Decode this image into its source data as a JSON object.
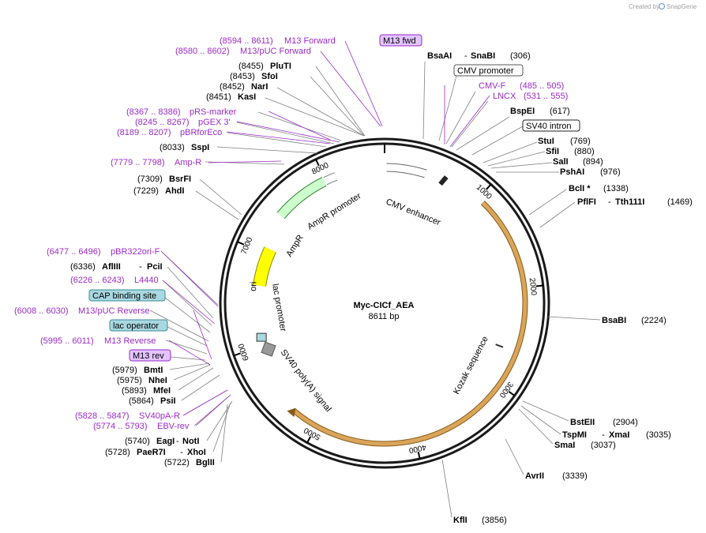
{
  "credit": {
    "created_by": "Created by",
    "brand": "SnapGene"
  },
  "plasmid": {
    "name": "Myc-CICf_AEA",
    "length_label": "8611 bp",
    "length": 8611
  },
  "ruler_ticks": [
    "1000",
    "2000",
    "3000",
    "4000",
    "5000",
    "6000",
    "7000",
    "8000"
  ],
  "sites": [
    {
      "id": "bsaai",
      "names": [
        "BsaAI",
        "SnaBI"
      ],
      "pos": "(306)"
    },
    {
      "id": "bspei",
      "names": [
        "BspEI"
      ],
      "pos": "(617)"
    },
    {
      "id": "stui",
      "names": [
        "StuI"
      ],
      "pos": "(769)"
    },
    {
      "id": "sfii",
      "names": [
        "SfiI"
      ],
      "pos": "(880)"
    },
    {
      "id": "sali",
      "names": [
        "SalI"
      ],
      "pos": "(894)"
    },
    {
      "id": "pshai",
      "names": [
        "PshAI"
      ],
      "pos": "(976)"
    },
    {
      "id": "bcli",
      "names": [
        "BclI *"
      ],
      "pos": "(1338)"
    },
    {
      "id": "pflfi",
      "names": [
        "PflFI",
        "Tth111I"
      ],
      "pos": "(1469)"
    },
    {
      "id": "bsabi",
      "names": [
        "BsaBI"
      ],
      "pos": "(2224)"
    },
    {
      "id": "bsteii",
      "names": [
        "BstEII"
      ],
      "pos": "(2904)"
    },
    {
      "id": "tspmi",
      "names": [
        "TspMI",
        "XmaI"
      ],
      "pos": "(3035)"
    },
    {
      "id": "smai",
      "names": [
        "SmaI"
      ],
      "pos": "(3037)"
    },
    {
      "id": "avrii",
      "names": [
        "AvrII"
      ],
      "pos": "(3339)"
    },
    {
      "id": "kfli",
      "names": [
        "KflI"
      ],
      "pos": "(3856)"
    },
    {
      "id": "plut",
      "names": [
        "PluTI"
      ],
      "pos": "(8455)"
    },
    {
      "id": "sfoi",
      "names": [
        "SfoI"
      ],
      "pos": "(8453)"
    },
    {
      "id": "nari",
      "names": [
        "NarI"
      ],
      "pos": "(8452)"
    },
    {
      "id": "kasi",
      "names": [
        "KasI"
      ],
      "pos": "(8451)"
    },
    {
      "id": "sspi",
      "names": [
        "SspI"
      ],
      "pos": "(8033)"
    },
    {
      "id": "bsrfi",
      "names": [
        "BsrFI"
      ],
      "pos": "(7309)"
    },
    {
      "id": "ahdi",
      "names": [
        "AhdI"
      ],
      "pos": "(7229)"
    },
    {
      "id": "afliii",
      "names": [
        "AflIII",
        "PciI"
      ],
      "pos": "(6336)"
    },
    {
      "id": "bmti",
      "names": [
        "BmtI"
      ],
      "pos": "(5979)"
    },
    {
      "id": "nhei",
      "names": [
        "NheI"
      ],
      "pos": "(5975)"
    },
    {
      "id": "mfei",
      "names": [
        "MfeI"
      ],
      "pos": "(5893)"
    },
    {
      "id": "psii",
      "names": [
        "PsiI"
      ],
      "pos": "(5864)"
    },
    {
      "id": "eagi",
      "names": [
        "EagI",
        "NotI"
      ],
      "pos": "(5740)"
    },
    {
      "id": "paer7i",
      "names": [
        "PaeR7I",
        "XhoI"
      ],
      "pos": "(5728)"
    },
    {
      "id": "bglii",
      "names": [
        "BglII"
      ],
      "pos": "(5722)"
    }
  ],
  "primers": [
    {
      "id": "m13fwd",
      "range": "(8594 .. 8611)",
      "name": "M13 Forward"
    },
    {
      "id": "m13puc",
      "range": "(8580 .. 8602)",
      "name": "M13/pUC Forward"
    },
    {
      "id": "cmvf",
      "range": "(485 .. 505)",
      "name": "CMV-F"
    },
    {
      "id": "lncx",
      "range": "(531 .. 555)",
      "name": "LNCX"
    },
    {
      "id": "prs",
      "range": "(8367 .. 8386)",
      "name": "pRS-marker"
    },
    {
      "id": "pgex",
      "range": "(8245 .. 8267)",
      "name": "pGEX 3'"
    },
    {
      "id": "pbrfor",
      "range": "(8189 .. 8207)",
      "name": "pBRforEco"
    },
    {
      "id": "ampr",
      "range": "(7779 .. 7798)",
      "name": "Amp-R"
    },
    {
      "id": "pbr322",
      "range": "(6477 .. 6496)",
      "name": "pBR322ori-F"
    },
    {
      "id": "l4440",
      "range": "(6226 .. 6243)",
      "name": "L4440"
    },
    {
      "id": "m13puc_rev",
      "range": "(6008 .. 6030)",
      "name": "M13/pUC Reverse"
    },
    {
      "id": "m13rev",
      "range": "(5995 .. 6011)",
      "name": "M13 Reverse"
    },
    {
      "id": "sv40pa",
      "range": "(5828 .. 5847)",
      "name": "SV40pA-R"
    },
    {
      "id": "ebvrev",
      "range": "(5774 .. 5793)",
      "name": "EBV-rev"
    }
  ],
  "boxed": {
    "m13_fwd": "M13 fwd",
    "cmv_promoter": "CMV promoter",
    "sv40_intron": "SV40 intron",
    "cap_site": "CAP binding site",
    "lac_operator": "lac operator",
    "m13_rev": "M13 rev"
  },
  "features": {
    "cmv_enhancer": "CMV enhancer",
    "ampr_promoter": "AmpR promoter",
    "ampr": "AmpR",
    "ori": "ori",
    "lac_promoter": "lac promoter",
    "sv40_polya": "SV40 poly(A) signal",
    "kozak": "Kozak sequence"
  },
  "colors": {
    "backbone": "#1a1a1a",
    "primer": "#9a2ac8",
    "orf_fill": "#d8a55a",
    "ampr_fill": "#ccffcc",
    "ori_fill": "#ffff00",
    "box_purple": "#e3c4ff",
    "box_teal": "#a8d8e0"
  }
}
